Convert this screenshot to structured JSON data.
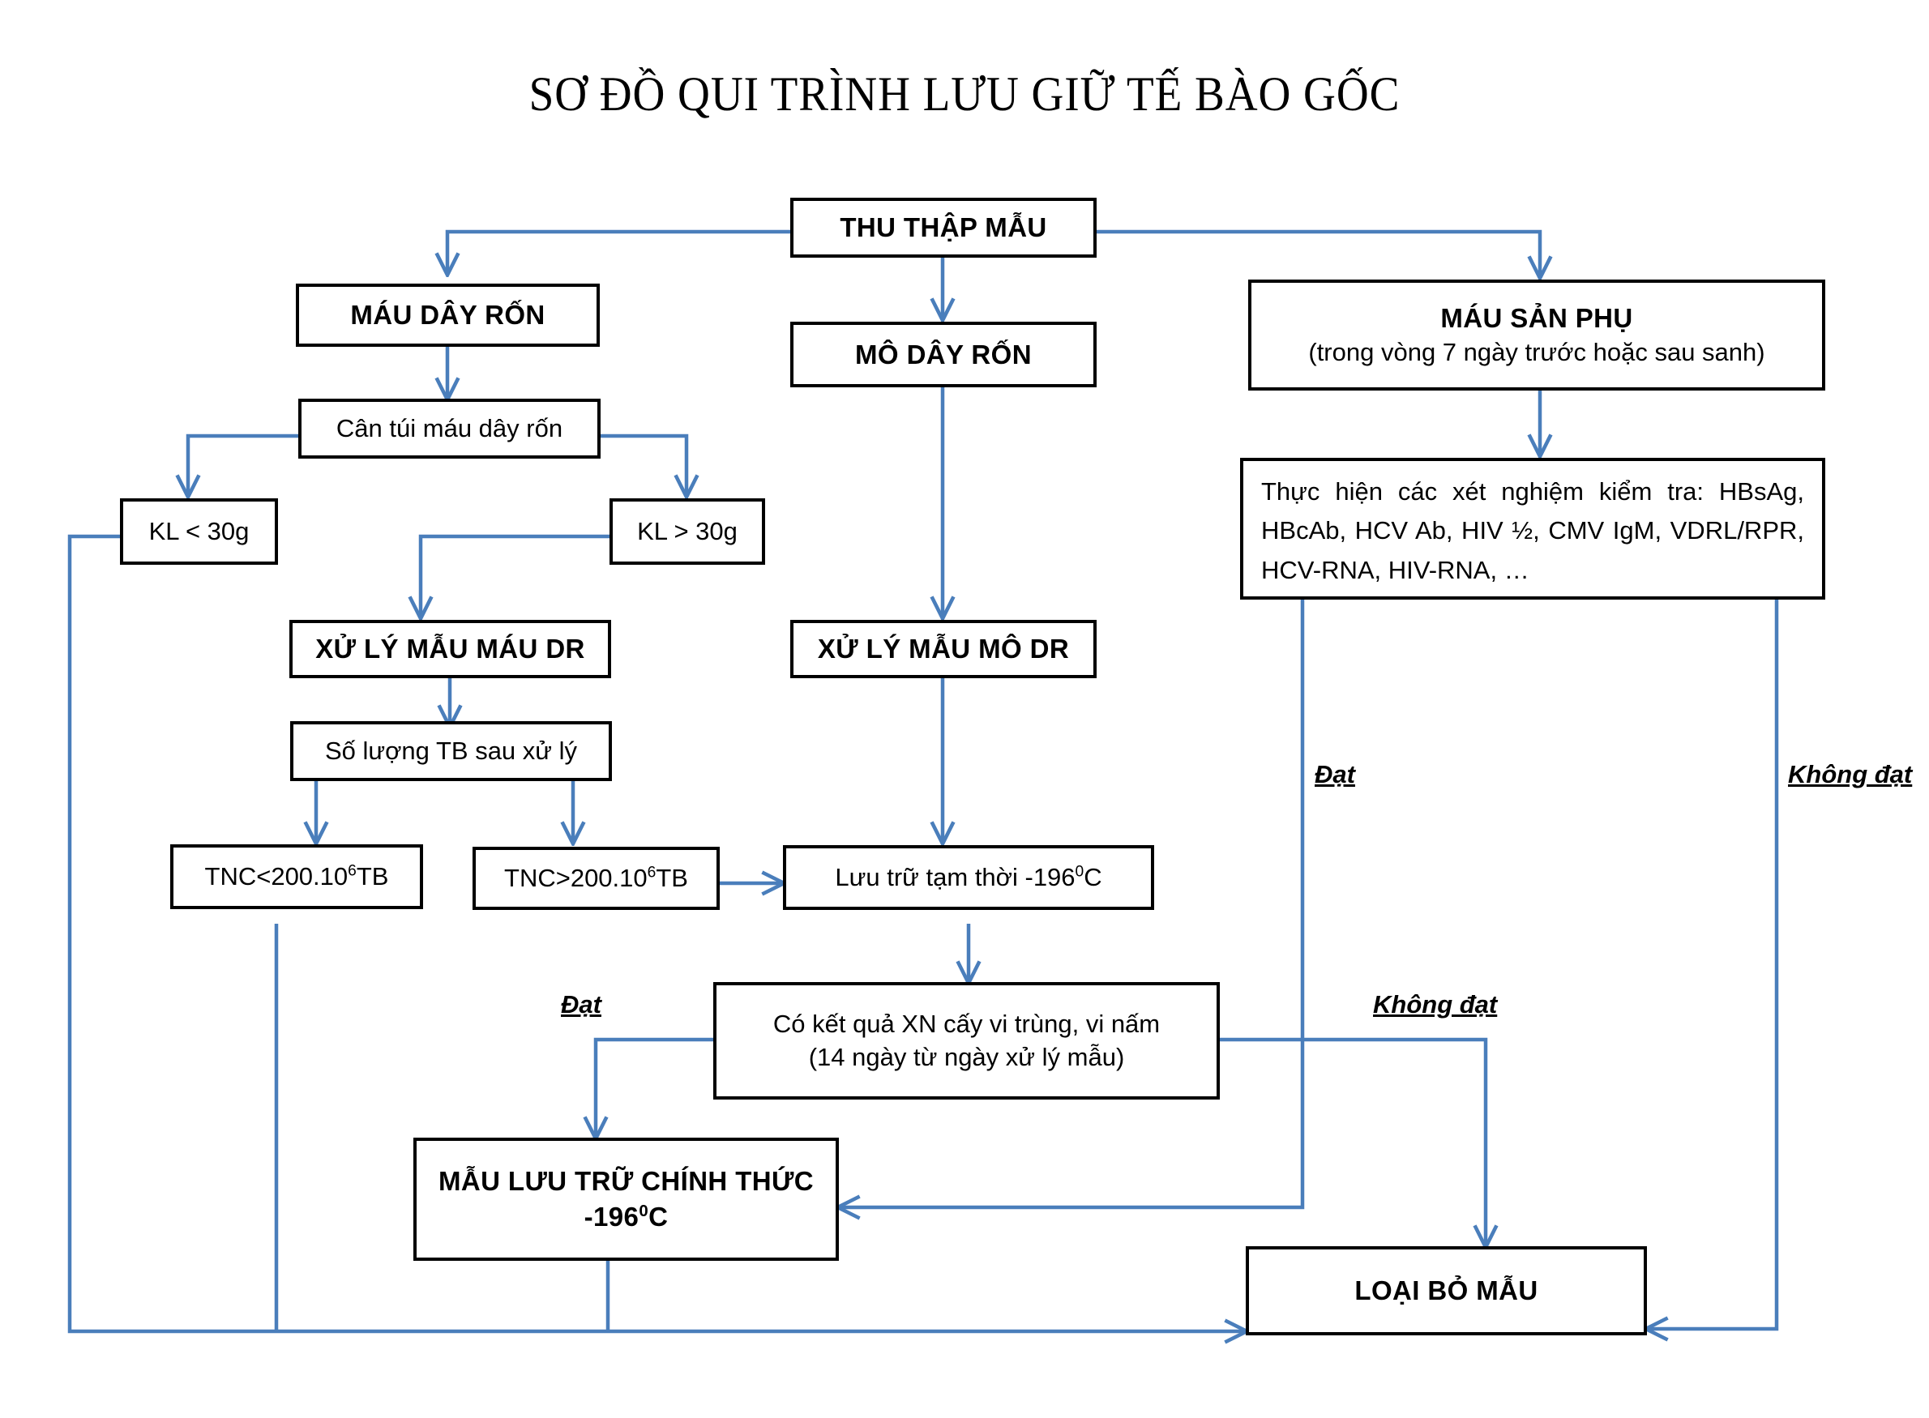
{
  "title": "SƠ ĐỒ QUI TRÌNH LƯU GIỮ TẾ BÀO GỐC",
  "colors": {
    "connector": "#4a7ebb",
    "node_border": "#000000",
    "background": "#ffffff",
    "text": "#000000"
  },
  "nodes": {
    "thu_thap_mau": {
      "label": "THU THẬP MẪU"
    },
    "mau_day_ron": {
      "label": "MÁU DÂY RỐN"
    },
    "can_tui_mau": {
      "label": "Cân túi máu dây rốn"
    },
    "kl_duoi_30": {
      "label": "KL < 30g"
    },
    "kl_tren_30": {
      "label": "KL > 30g"
    },
    "xu_ly_mau_mau_dr": {
      "label": "XỬ LÝ MẪU MÁU DR"
    },
    "so_luong_tb": {
      "label": "Số lượng TB sau xử lý"
    },
    "tnc_duoi": {
      "prefix": "TNC<200.10",
      "sup": "6",
      "suffix": "TB"
    },
    "tnc_tren": {
      "prefix": "TNC>200.10",
      "sup": "6",
      "suffix": "TB"
    },
    "mo_day_ron": {
      "label": "MÔ DÂY RỐN"
    },
    "xu_ly_mau_mo_dr": {
      "label": "XỬ LÝ MẪU MÔ DR"
    },
    "luu_tru_tam_thoi": {
      "prefix": "Lưu trữ tạm thời -196",
      "sup": "0",
      "suffix": "C"
    },
    "ket_qua_xn": {
      "line1": "Có kết quả  XN cấy vi trùng, vi nấm",
      "line2": "(14 ngày từ ngày xử lý mẫu)"
    },
    "mau_san_phu": {
      "line1": "MÁU SẢN PHỤ",
      "line2": "(trong vòng 7 ngày trước hoặc sau sanh)"
    },
    "xet_nghiem": {
      "line1": "Thực hiện các xét nghiệm kiểm tra: HBsAg,",
      "line2": "HBcAb, HCV Ab, HIV ½, CMV IgM, VDRL/RPR,",
      "line3": "HCV-RNA, HIV-RNA, …"
    },
    "mau_luu_tru_chinh_thuc": {
      "line1": "MẪU LƯU TRỮ CHÍNH THỨC",
      "line2_prefix": "-196",
      "line2_sup": "0",
      "line2_suffix": "C"
    },
    "loai_bo_mau": {
      "label": "LOẠI BỎ MẪU"
    }
  },
  "edge_labels": {
    "dat_xn": "Đạt",
    "khong_dat_xn": "Không đạt",
    "dat_cay": "Đạt",
    "khong_dat_cay": "Không đạt"
  }
}
